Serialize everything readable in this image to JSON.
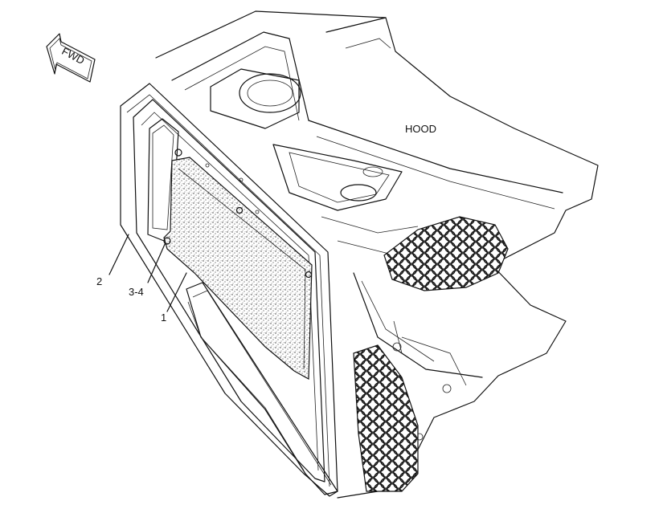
{
  "diagram": {
    "direction_label": "FWD",
    "hood_label": "HOOD",
    "callouts": [
      {
        "id": "callout-2",
        "text": "2"
      },
      {
        "id": "callout-3-4",
        "text": "3-4"
      },
      {
        "id": "callout-1",
        "text": "1"
      }
    ]
  }
}
